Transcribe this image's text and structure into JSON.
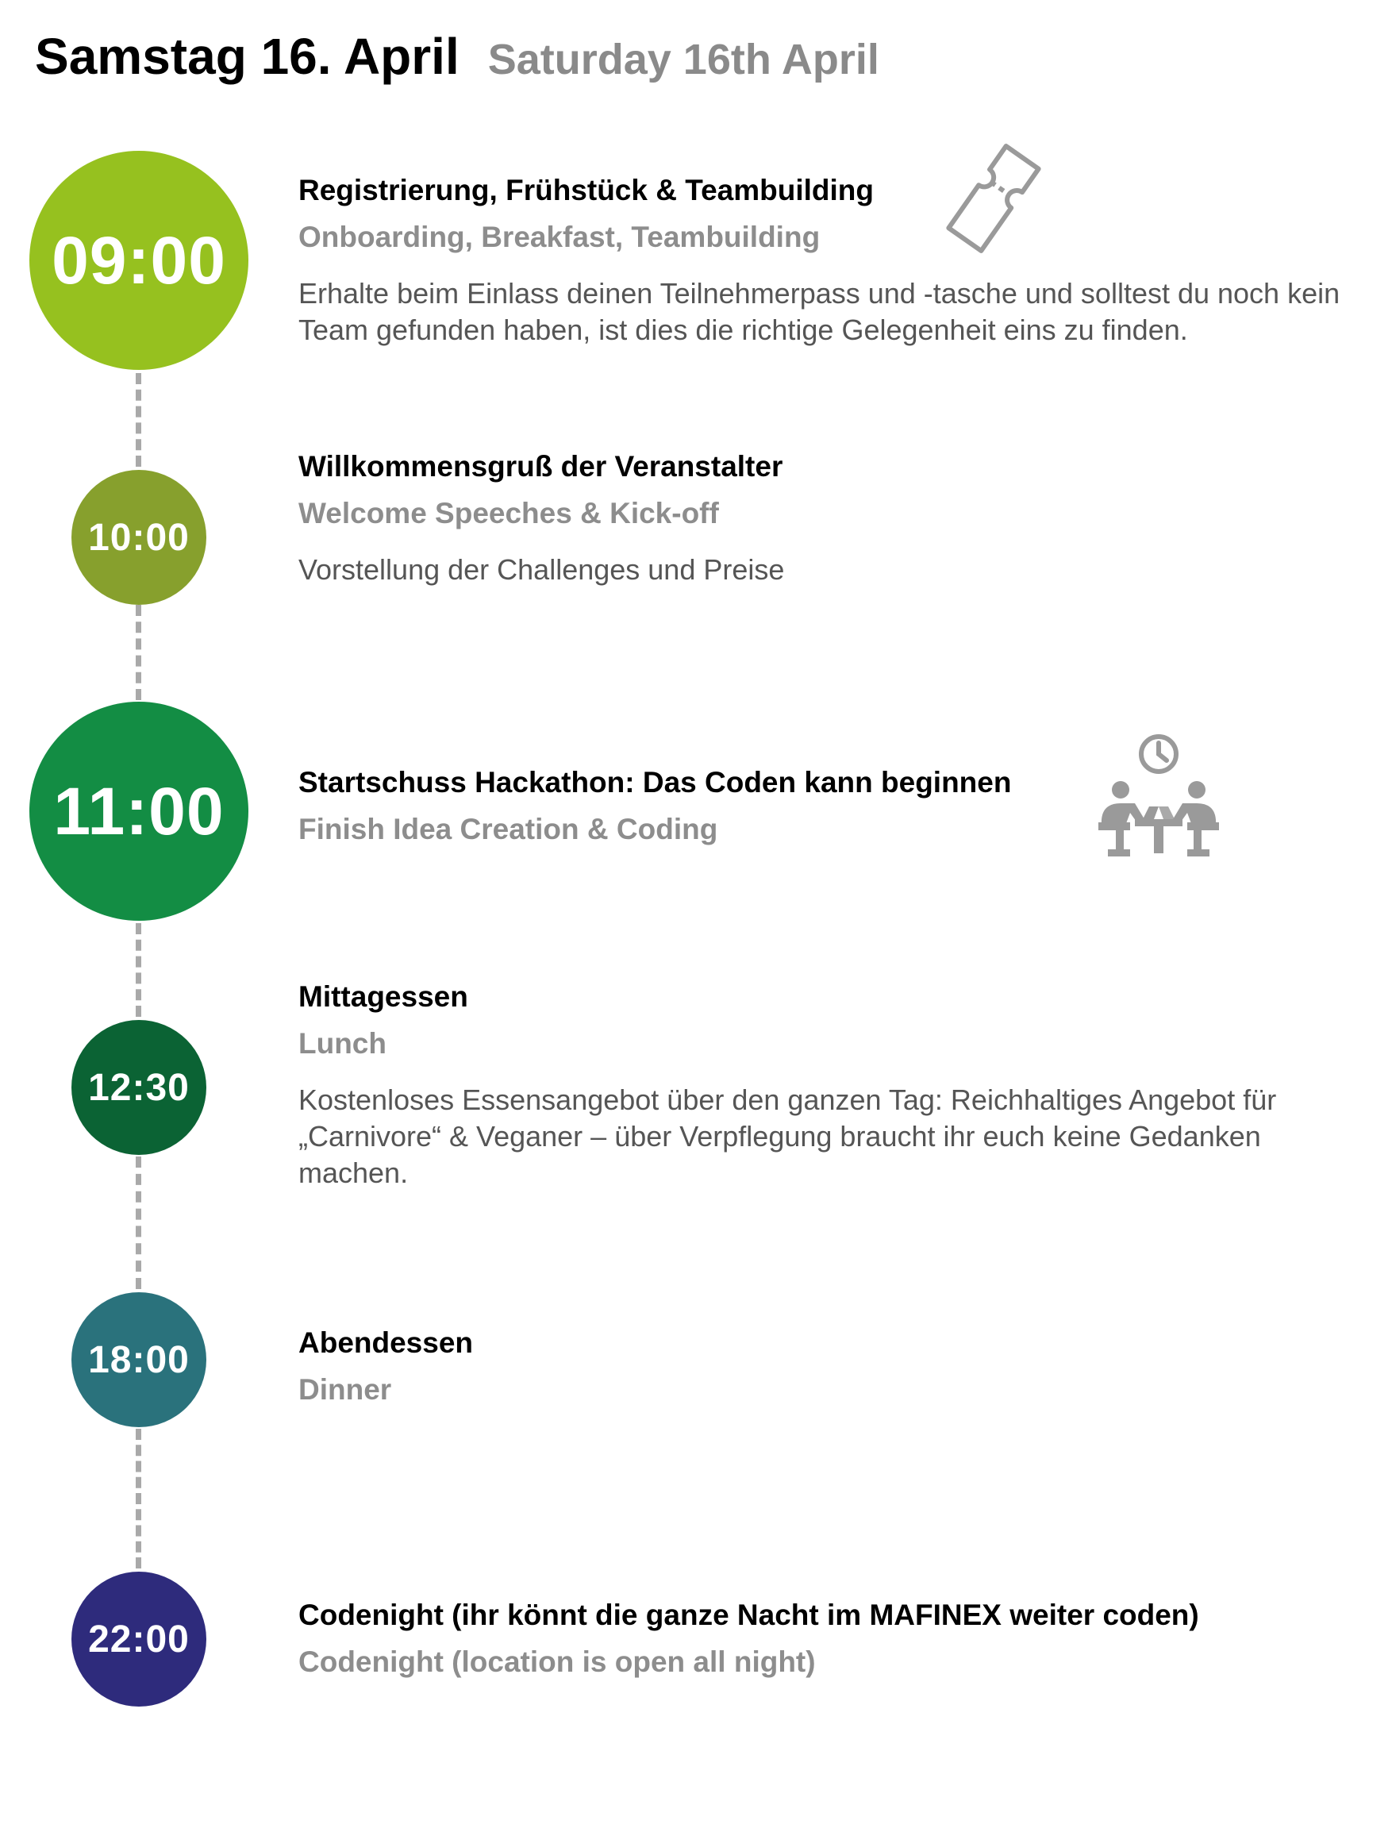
{
  "header": {
    "title_de": "Samstag 16. April",
    "title_en": "Saturday 16th April"
  },
  "colors": {
    "slot_0900": "#96c11f",
    "slot_1000": "#87a02d",
    "slot_1100": "#138d44",
    "slot_1230": "#0b6334",
    "slot_1800": "#2a727c",
    "slot_2200": "#2e2b7c",
    "connector": "#a9a9a9",
    "icon": "#9a9a9a"
  },
  "schedule": [
    {
      "time": "09:00",
      "title": "Registrierung, Frühstück & Teambuilding",
      "subtitle": "Onboarding, Breakfast, Teambuilding",
      "description": "Erhalte beim Einlass deinen Teilnehmerpass und -tasche und solltest du noch kein Team gefunden haben, ist dies die richtige Gelegenheit eins zu finden.",
      "icon": "ticket-icon"
    },
    {
      "time": "10:00",
      "title": "Willkommensgruß der Veranstalter",
      "subtitle": "Welcome Speeches & Kick-off",
      "description": "Vorstellung der Challenges und Preise"
    },
    {
      "time": "11:00",
      "title": "Startschuss Hackathon: Das Coden kann beginnen",
      "subtitle": "Finish Idea Creation & Coding",
      "icon": "coding-team-icon"
    },
    {
      "time": "12:30",
      "title": "Mittagessen",
      "subtitle": "Lunch",
      "description": "Kostenloses Essensangebot über den ganzen Tag: Reichhaltiges Angebot für „Carnivore“ & Veganer – über Verpflegung braucht ihr euch keine Gedanken machen."
    },
    {
      "time": "18:00",
      "title": "Abendessen",
      "subtitle": "Dinner"
    },
    {
      "time": "22:00",
      "title": "Codenight (ihr könnt die ganze Nacht im MAFINEX weiter coden)",
      "subtitle": "Codenight (location is open all night)"
    }
  ]
}
